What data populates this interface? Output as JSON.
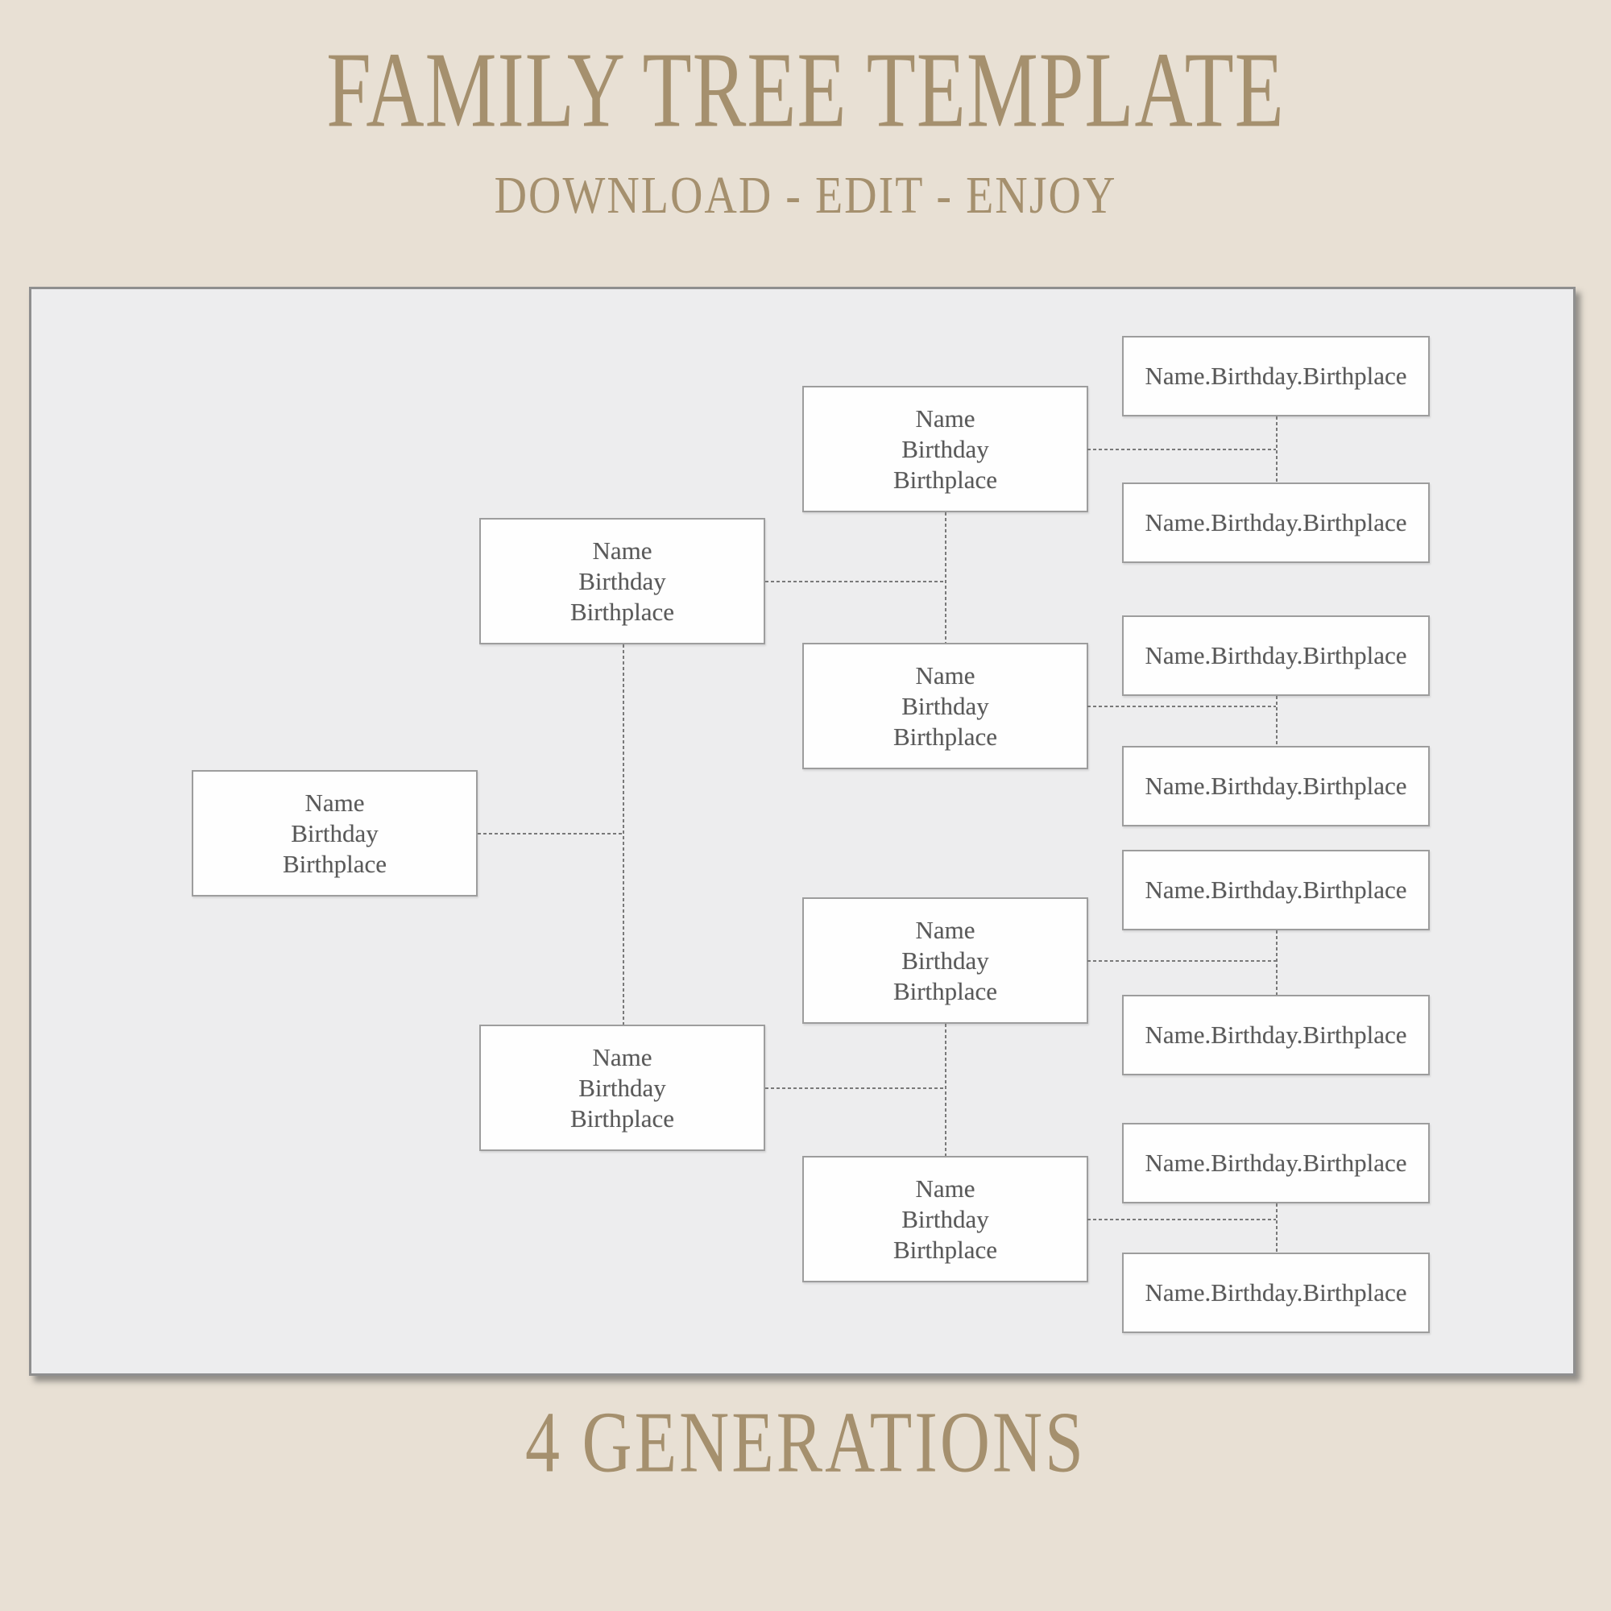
{
  "header": {
    "title": "FAMILY TREE TEMPLATE",
    "subtitle": "DOWNLOAD - EDIT - ENJOY"
  },
  "footer": {
    "caption": "4 GENERATIONS"
  },
  "tree": {
    "person_cards": [
      {
        "id": "gen1-1",
        "lines": [
          "Name",
          "Birthday",
          "Birthplace"
        ]
      },
      {
        "id": "gen2-upper",
        "lines": [
          "Name",
          "Birthday",
          "Birthplace"
        ]
      },
      {
        "id": "gen2-lower",
        "lines": [
          "Name",
          "Birthday",
          "Birthplace"
        ]
      },
      {
        "id": "gen3-1",
        "lines": [
          "Name",
          "Birthday",
          "Birthplace"
        ]
      },
      {
        "id": "gen3-2",
        "lines": [
          "Name",
          "Birthday",
          "Birthplace"
        ]
      },
      {
        "id": "gen3-3",
        "lines": [
          "Name",
          "Birthday",
          "Birthplace"
        ]
      },
      {
        "id": "gen3-4",
        "lines": [
          "Name",
          "Birthday",
          "Birthplace"
        ]
      }
    ],
    "leaf_cards": [
      {
        "id": "gen4-1",
        "label": "Name.Birthday.Birthplace"
      },
      {
        "id": "gen4-2",
        "label": "Name.Birthday.Birthplace"
      },
      {
        "id": "gen4-3",
        "label": "Name.Birthday.Birthplace"
      },
      {
        "id": "gen4-4",
        "label": "Name.Birthday.Birthplace"
      },
      {
        "id": "gen4-5",
        "label": "Name.Birthday.Birthplace"
      },
      {
        "id": "gen4-6",
        "label": "Name.Birthday.Birthplace"
      },
      {
        "id": "gen4-7",
        "label": "Name.Birthday.Birthplace"
      },
      {
        "id": "gen4-8",
        "label": "Name.Birthday.Birthplace"
      }
    ]
  },
  "colors": {
    "background": "#e8e0d4",
    "accent_text": "#a5906e",
    "panel_background": "#ededee",
    "card_border": "#9d9d9d",
    "card_text": "#595959",
    "connector": "#797979"
  }
}
